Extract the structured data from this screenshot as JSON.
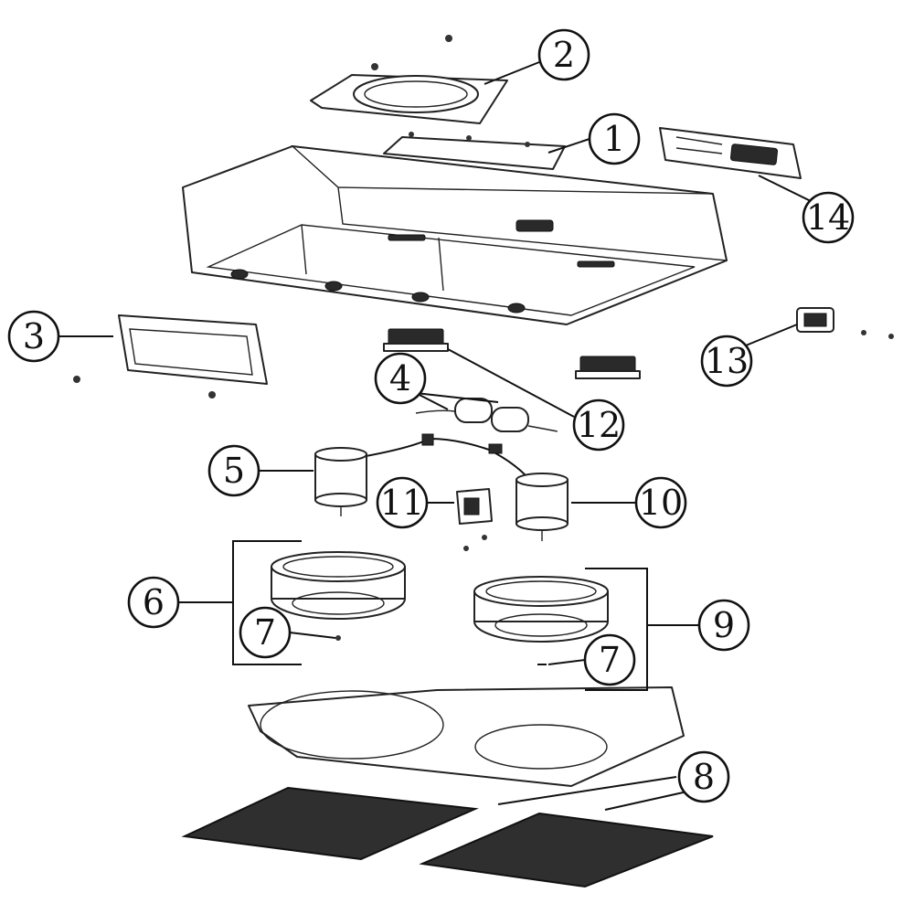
{
  "callouts": [
    {
      "id": "1",
      "label": "1"
    },
    {
      "id": "2",
      "label": "2"
    },
    {
      "id": "3",
      "label": "3"
    },
    {
      "id": "4",
      "label": "4"
    },
    {
      "id": "5",
      "label": "5"
    },
    {
      "id": "6",
      "label": "6"
    },
    {
      "id": "7a",
      "label": "7"
    },
    {
      "id": "7b",
      "label": "7"
    },
    {
      "id": "8",
      "label": "8"
    },
    {
      "id": "9",
      "label": "9"
    },
    {
      "id": "10",
      "label": "10"
    },
    {
      "id": "11",
      "label": "11"
    },
    {
      "id": "12",
      "label": "12"
    },
    {
      "id": "13",
      "label": "13"
    },
    {
      "id": "14",
      "label": "14"
    }
  ],
  "colors": {
    "line": "#222222",
    "fill": "#ffffff",
    "dark": "#2a2a2a"
  }
}
